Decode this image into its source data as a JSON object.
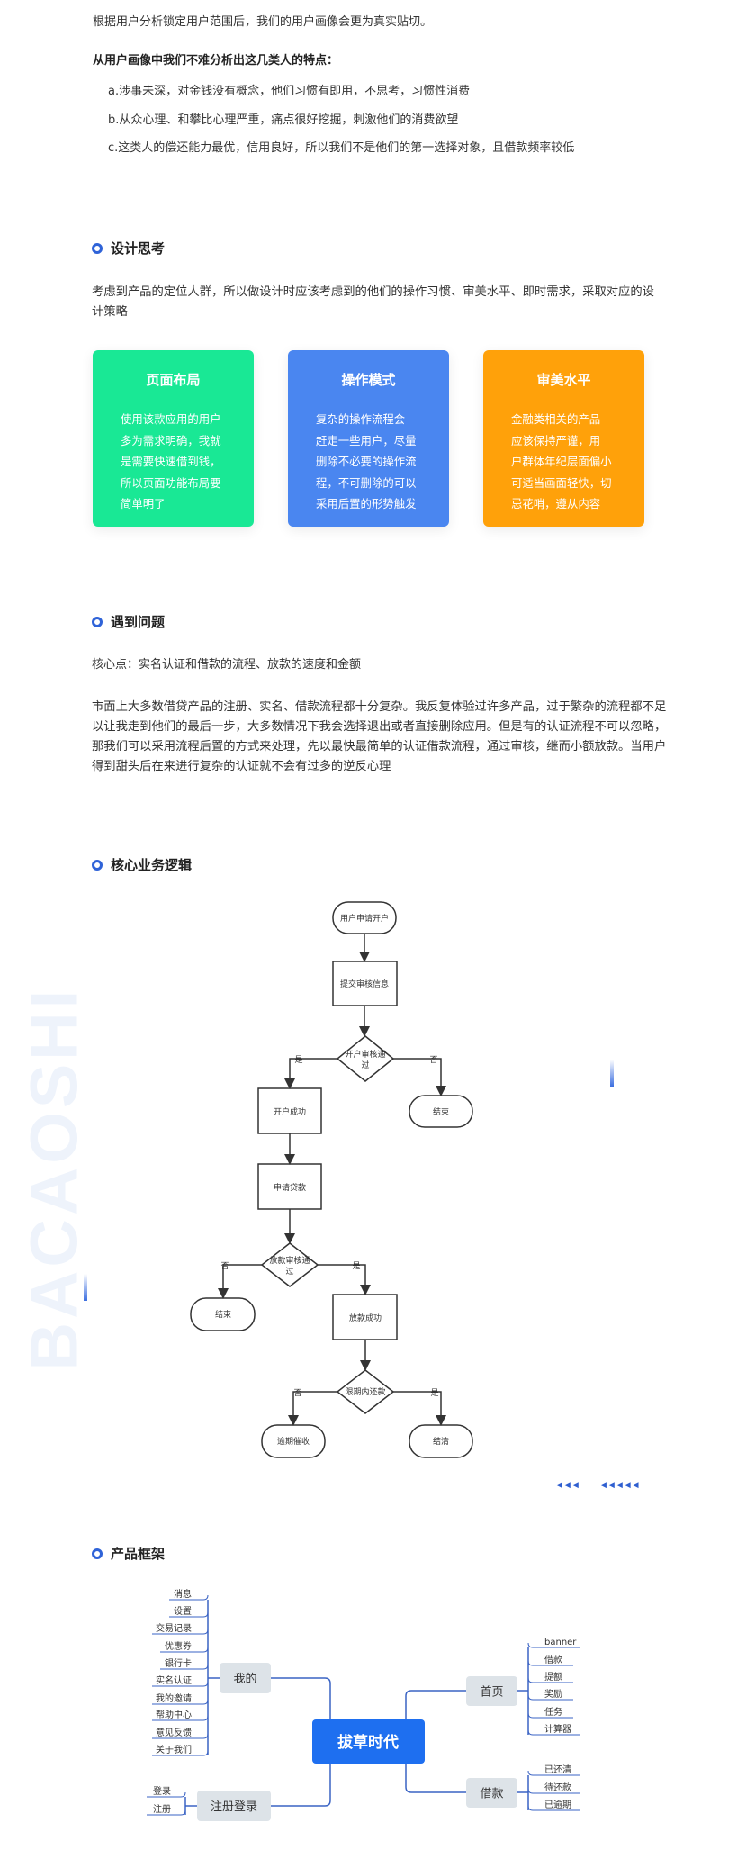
{
  "intro": {
    "line": "根据用户分析锁定用户范围后，我们的用户画像会更为真实贴切。",
    "bold_heading": "从用户画像中我们不难分析出这几类人的特点：",
    "points": [
      "a.涉事未深，对金钱没有概念，他们习惯有即用，不思考，习惯性消费",
      "b.从众心理、和攀比心理严重，痛点很好挖掘，刺激他们的消费欲望",
      "c.这类人的偿还能力最优，信用良好，所以我们不是他们的第一选择对象，且借款频率较低"
    ]
  },
  "design": {
    "title": "设计思考",
    "para_lines": [
      "考虑到产品的定位人群，所以做设计时应该考虑到的他们的操作习惯、审美水平、即时需求，采取对应的设",
      "计策略"
    ],
    "cards": [
      {
        "title": "页面布局",
        "color": "#19e895",
        "lines": [
          "使用该款应用的用户",
          "多为需求明确，我就",
          "是需要快速借到钱，",
          "所以页面功能布局要",
          "简单明了"
        ]
      },
      {
        "title": "操作模式",
        "color": "#4a86f0",
        "lines": [
          "复杂的操作流程会",
          "赶走一些用户，尽量",
          "删除不必要的操作流",
          "程，不可删除的可以",
          "采用后置的形势触发"
        ]
      },
      {
        "title": "审美水平",
        "color": "#ffa10a",
        "lines": [
          "金融类相关的产品",
          "应该保持严谨，用",
          "户群体年纪层面偏小",
          "可适当画面轻快，切",
          "忌花哨，遵从内容"
        ]
      }
    ]
  },
  "problem": {
    "title": "遇到问题",
    "core": "核心点：实名认证和借款的流程、放款的速度和金额",
    "para_lines": [
      "市面上大多数借贷产品的注册、实名、借款流程都十分复杂。我反复体验过许多产品，过于繁杂的流程都不足",
      "以让我走到他们的最后一步，大多数情况下我会选择退出或者直接删除应用。但是有的认证流程不可以忽略，",
      "那我们可以采用流程后置的方式来处理，先以最快最简单的认证借款流程，通过审核，继而小额放款。当用户",
      "得到甜头后在来进行复杂的认证就不会有过多的逆反心理"
    ]
  },
  "logic": {
    "title": "核心业务逻辑",
    "nodes": {
      "start": "用户申请开户",
      "submit": "提交审核信息",
      "d1a": "开户审核通",
      "d1b": "过",
      "open_ok": "开户成功",
      "end1": "结束",
      "apply": "申请贷款",
      "d2a": "放款审核通",
      "d2b": "过",
      "end2": "结束",
      "loan_ok": "放款成功",
      "d3": "限期内还款",
      "overdue": "逾期催收",
      "settled": "结清"
    },
    "yes": "是",
    "no": "否"
  },
  "watermark": "BACAOSHI",
  "framework": {
    "title": "产品框架",
    "center": "拔草时代",
    "mine": {
      "label": "我的",
      "items": [
        "消息",
        "设置",
        "交易记录",
        "优惠券",
        "银行卡",
        "实名认证",
        "我的邀请",
        "帮助中心",
        "意见反馈",
        "关于我们"
      ]
    },
    "login": {
      "label": "注册登录",
      "items": [
        "登录",
        "注册"
      ]
    },
    "home": {
      "label": "首页",
      "items": [
        "banner",
        "借款",
        "提额",
        "奖励",
        "任务",
        "计算器"
      ]
    },
    "loan": {
      "label": "借款",
      "items": [
        "已还清",
        "待还款",
        "已逾期"
      ]
    },
    "accent": "#1e6ff0",
    "node_bg": "#dde3e8"
  }
}
